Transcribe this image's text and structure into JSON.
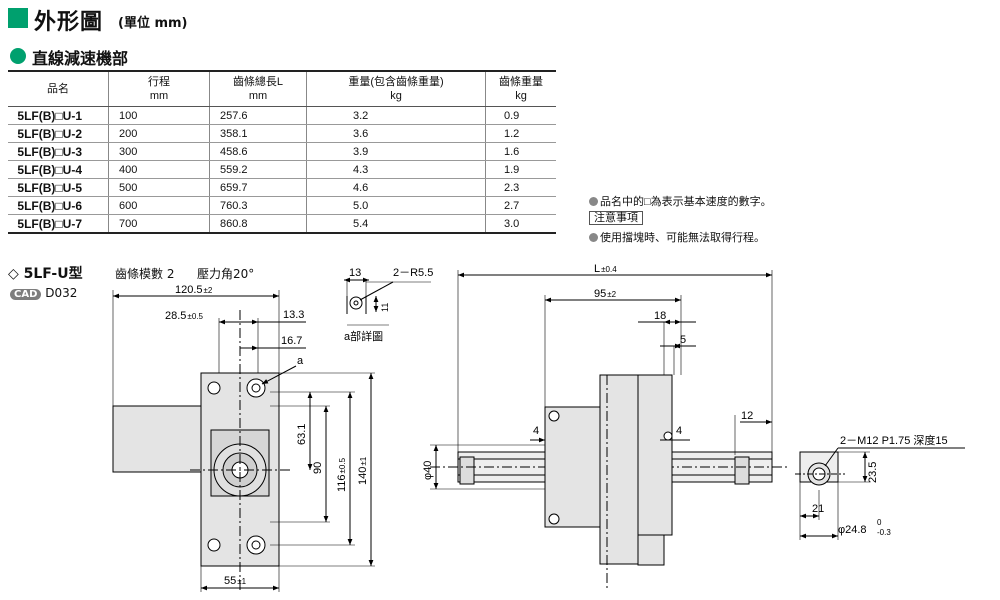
{
  "header": {
    "title": "外形圖",
    "unit": "(單位 mm)"
  },
  "section": {
    "title": "直線減速機部"
  },
  "table": {
    "columns": [
      {
        "line1": "品名",
        "line2": ""
      },
      {
        "line1": "行程",
        "line2": "mm"
      },
      {
        "line1": "齒條總長L",
        "line2": "mm"
      },
      {
        "line1": "重量(包含齒條重量)",
        "line2": "kg"
      },
      {
        "line1": "齒條重量",
        "line2": "kg"
      }
    ],
    "rows": [
      [
        "5LF(B)□U-1",
        "100",
        "257.6",
        "3.2",
        "0.9"
      ],
      [
        "5LF(B)□U-2",
        "200",
        "358.1",
        "3.6",
        "1.2"
      ],
      [
        "5LF(B)□U-3",
        "300",
        "458.6",
        "3.9",
        "1.6"
      ],
      [
        "5LF(B)□U-4",
        "400",
        "559.2",
        "4.3",
        "1.9"
      ],
      [
        "5LF(B)□U-5",
        "500",
        "659.7",
        "4.6",
        "2.3"
      ],
      [
        "5LF(B)□U-6",
        "600",
        "760.3",
        "5.0",
        "2.7"
      ],
      [
        "5LF(B)□U-7",
        "700",
        "860.8",
        "5.4",
        "3.0"
      ]
    ]
  },
  "notes": {
    "note1": "品名中的□為表示基本速度的數字。",
    "notice_label": "注意事項",
    "note2": "使用擋塊時、可能無法取得行程。"
  },
  "model": {
    "title": "◇ 5LF-U型",
    "module": "齒條模數 2",
    "pressure_angle": "壓力角20°",
    "cad_label": "CAD",
    "cad_code": "D032"
  },
  "dims": {
    "d120": "120.5",
    "t120": "±2",
    "d28": "28.5",
    "t28": "±0.5",
    "d13_3": "13.3",
    "d16_7": "16.7",
    "a": "a",
    "d63": "63.1",
    "d90": "90",
    "d116": "116",
    "t116": "±0.5",
    "d140": "140",
    "t140": "±1",
    "d55": "55",
    "t55": "±1",
    "d13": "13",
    "r55": "2－R5.5",
    "d11": "11",
    "adetail": "a部詳圖",
    "L": "L",
    "tL": "±0.4",
    "d95": "95",
    "t95": "±2",
    "d18": "18",
    "d5": "5",
    "d12": "12",
    "d4a": "4",
    "d4b": "4",
    "phi40": "φ40",
    "m12": "2－M12 P1.75 深度15",
    "d23": "23.5",
    "d21": "21",
    "phi24": "φ24.8",
    "tphi_up": "0",
    "tphi_dn": "-0.3"
  }
}
